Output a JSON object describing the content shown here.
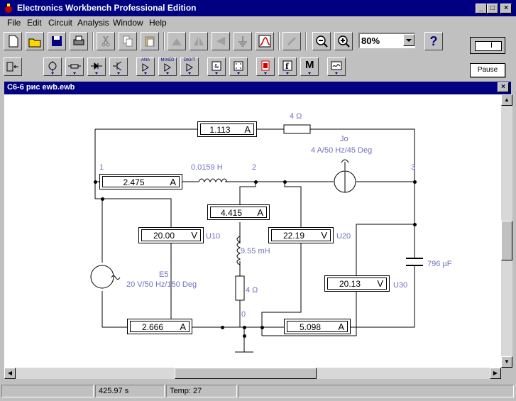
{
  "window": {
    "title": "Electronics Workbench Professional Edition"
  },
  "menu": [
    "File",
    "Edit",
    "Circuit",
    "Analysis",
    "Window",
    "Help"
  ],
  "toolbar": {
    "zoom": "80%",
    "help": "?",
    "pause": "Pause",
    "power_on": "I"
  },
  "parts_bins": {
    "analog": "ANA",
    "mixed": "MIXED",
    "digital": "DIGIT",
    "misc": "M"
  },
  "child": {
    "title": "С6-6 рис ewb.ewb"
  },
  "circuit": {
    "top_ammeter": {
      "value": "1.113",
      "unit": "A"
    },
    "top_resistor": "4 Ω",
    "current_source": {
      "name": "Jo",
      "spec": "4 A/50 Hz/45 Deg"
    },
    "node_1": "1",
    "node_2": "2",
    "node_3": "3",
    "node_0": "0",
    "left_ammeter": {
      "value": "2.475",
      "unit": "A"
    },
    "inductor_top": "0.0159 H",
    "mid_ammeter": {
      "value": "4.415",
      "unit": "A"
    },
    "inductor_mid": "9.55 mH",
    "resistor_mid": "4 Ω",
    "voltmeter_u10": {
      "value": "20.00",
      "unit": "V",
      "name": "U10"
    },
    "voltmeter_u20": {
      "value": "22.19",
      "unit": "V",
      "name": "U20"
    },
    "voltmeter_u30": {
      "value": "20.13",
      "unit": "V",
      "name": "U30"
    },
    "capacitor": "796 µF",
    "voltage_source": {
      "name": "E5",
      "spec": "20 V/50 Hz/150 Deg"
    },
    "bottom_left_ammeter": {
      "value": "2.666",
      "unit": "A"
    },
    "bottom_right_ammeter": {
      "value": "5.098",
      "unit": "A"
    }
  },
  "status": {
    "time": "425.97 s",
    "temp": "Temp:  27"
  }
}
